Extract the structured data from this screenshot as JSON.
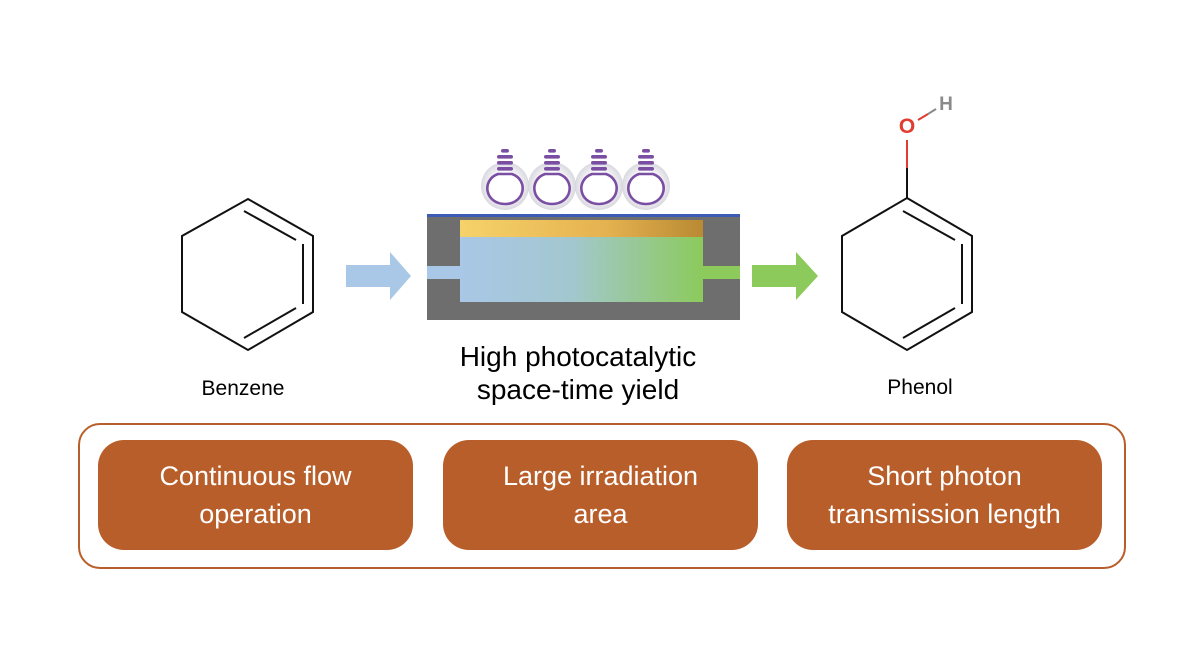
{
  "labels": {
    "reactant": "Benzene",
    "product": "Phenol",
    "reactor_caption": "High photocatalytic\nspace-time yield"
  },
  "atoms": {
    "oxygen": "O",
    "hydrogen": "H"
  },
  "features": [
    {
      "text": "Continuous flow\noperation"
    },
    {
      "text": "Large irradiation\narea"
    },
    {
      "text": "Short photon\ntransmission length"
    }
  ],
  "lamps": {
    "count": 4
  },
  "colors": {
    "feature": "#b85e2a",
    "inlet_arrow": "#a9c7e6",
    "outlet_arrow": "#8cca5c",
    "lamp": "#7a4fa3",
    "oxygen": "#e03c31",
    "hydrogen": "#8a8a8a",
    "reactor_body": "#6e6e6e",
    "catalyst_layer": "#f0c457",
    "window": "#3b5bb5"
  }
}
